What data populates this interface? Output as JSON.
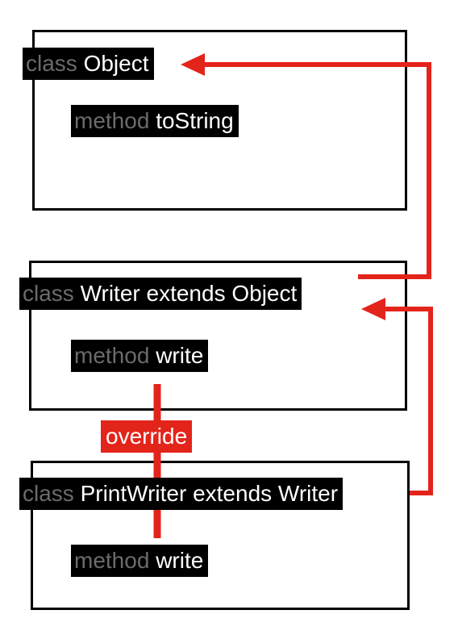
{
  "colors": {
    "arrow": "#e3241b",
    "label_bg": "#000000",
    "keyword": "#6b6b6b",
    "label_text": "#ffffff"
  },
  "classes": [
    {
      "keyword": "class",
      "name": "Object",
      "method_keyword": "method",
      "method_name": "toString"
    },
    {
      "keyword": "class",
      "name": "Writer extends Object",
      "method_keyword": "method",
      "method_name": "write"
    },
    {
      "keyword": "class",
      "name": "PrintWriter extends Writer",
      "method_keyword": "method",
      "method_name": "write"
    }
  ],
  "override_label": "override"
}
